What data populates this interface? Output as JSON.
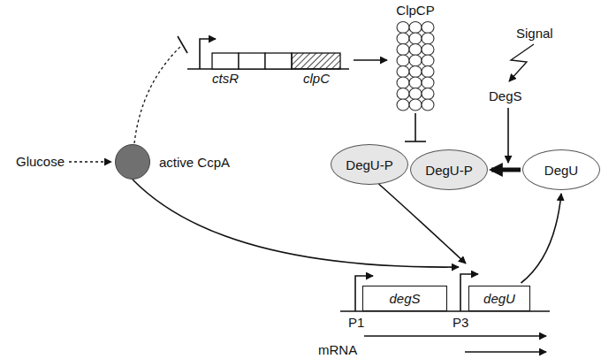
{
  "diagram": {
    "nodes": [
      {
        "text": [
          "active CcpA"
        ]
      },
      {
        "text": [
          "DegU-P"
        ]
      },
      {
        "text": [
          "DegU-P"
        ]
      },
      {
        "text": [
          "DegU"
        ]
      },
      {
        "text": [
          "degS"
        ]
      },
      {
        "text": [
          "degU"
        ]
      }
    ],
    "edges": [
      {
        "from": 0,
        "to": 5,
        "arrow": "to"
      },
      {
        "from": 1,
        "to": 5,
        "arrow": "to"
      },
      {
        "from": 3,
        "to": 2,
        "arrow": "to"
      },
      {
        "from": 5,
        "to": 3,
        "arrow": "to"
      }
    ],
    "labels": [
      "ctsR",
      "clpC",
      "ClpCP",
      "Signal",
      "DegS",
      "Glucose",
      "P1",
      "P3",
      "mRNA"
    ]
  }
}
